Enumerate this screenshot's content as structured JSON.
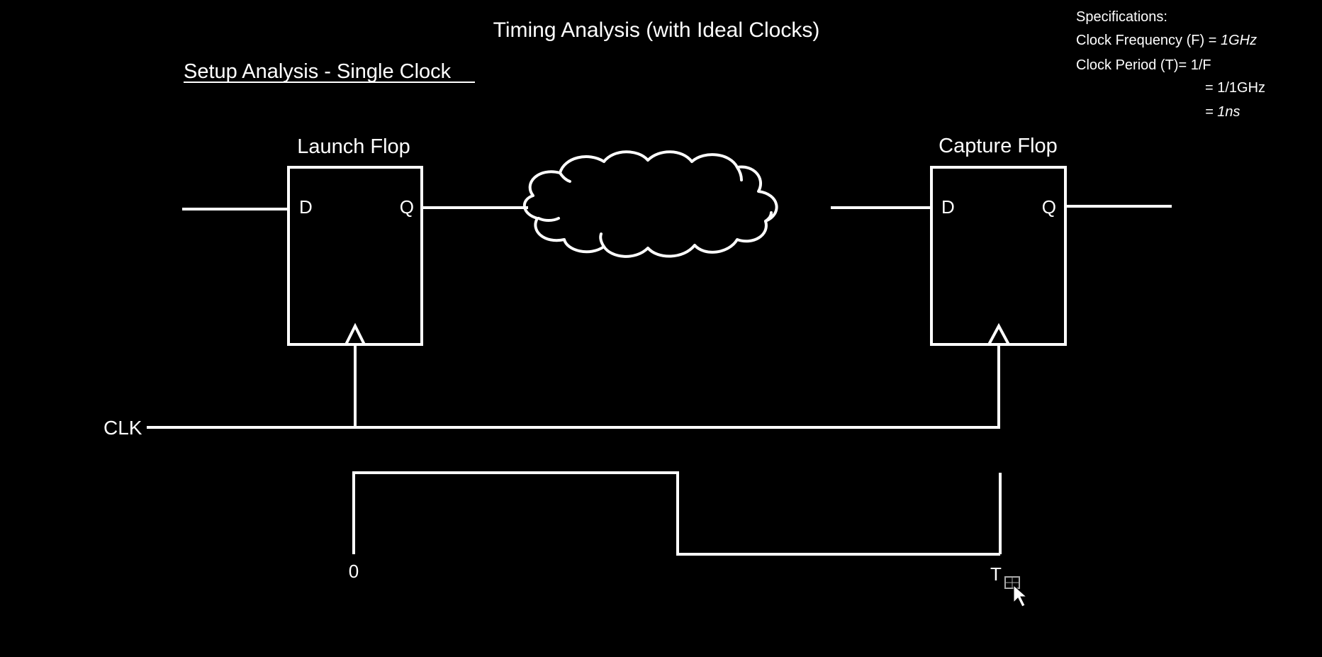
{
  "title": "Timing Analysis (with Ideal Clocks)",
  "subtitle": "Setup Analysis - Single Clock",
  "specs": {
    "heading": "Specifications:",
    "freq_label": "Clock Frequency (F) = ",
    "freq_value": "1GHz",
    "period_label": "Clock Period (T)= 1/F",
    "period_step": "= 1/1GHz",
    "period_result": "= 1ns"
  },
  "launch": {
    "title": "Launch Flop",
    "d": "D",
    "q": "Q"
  },
  "capture": {
    "title": "Capture Flop",
    "d": "D",
    "q": "Q"
  },
  "clk_label": "CLK",
  "waveform": {
    "start_label": "0",
    "end_label": "T"
  },
  "colors": {
    "background": "#000000",
    "stroke": "#ffffff"
  }
}
